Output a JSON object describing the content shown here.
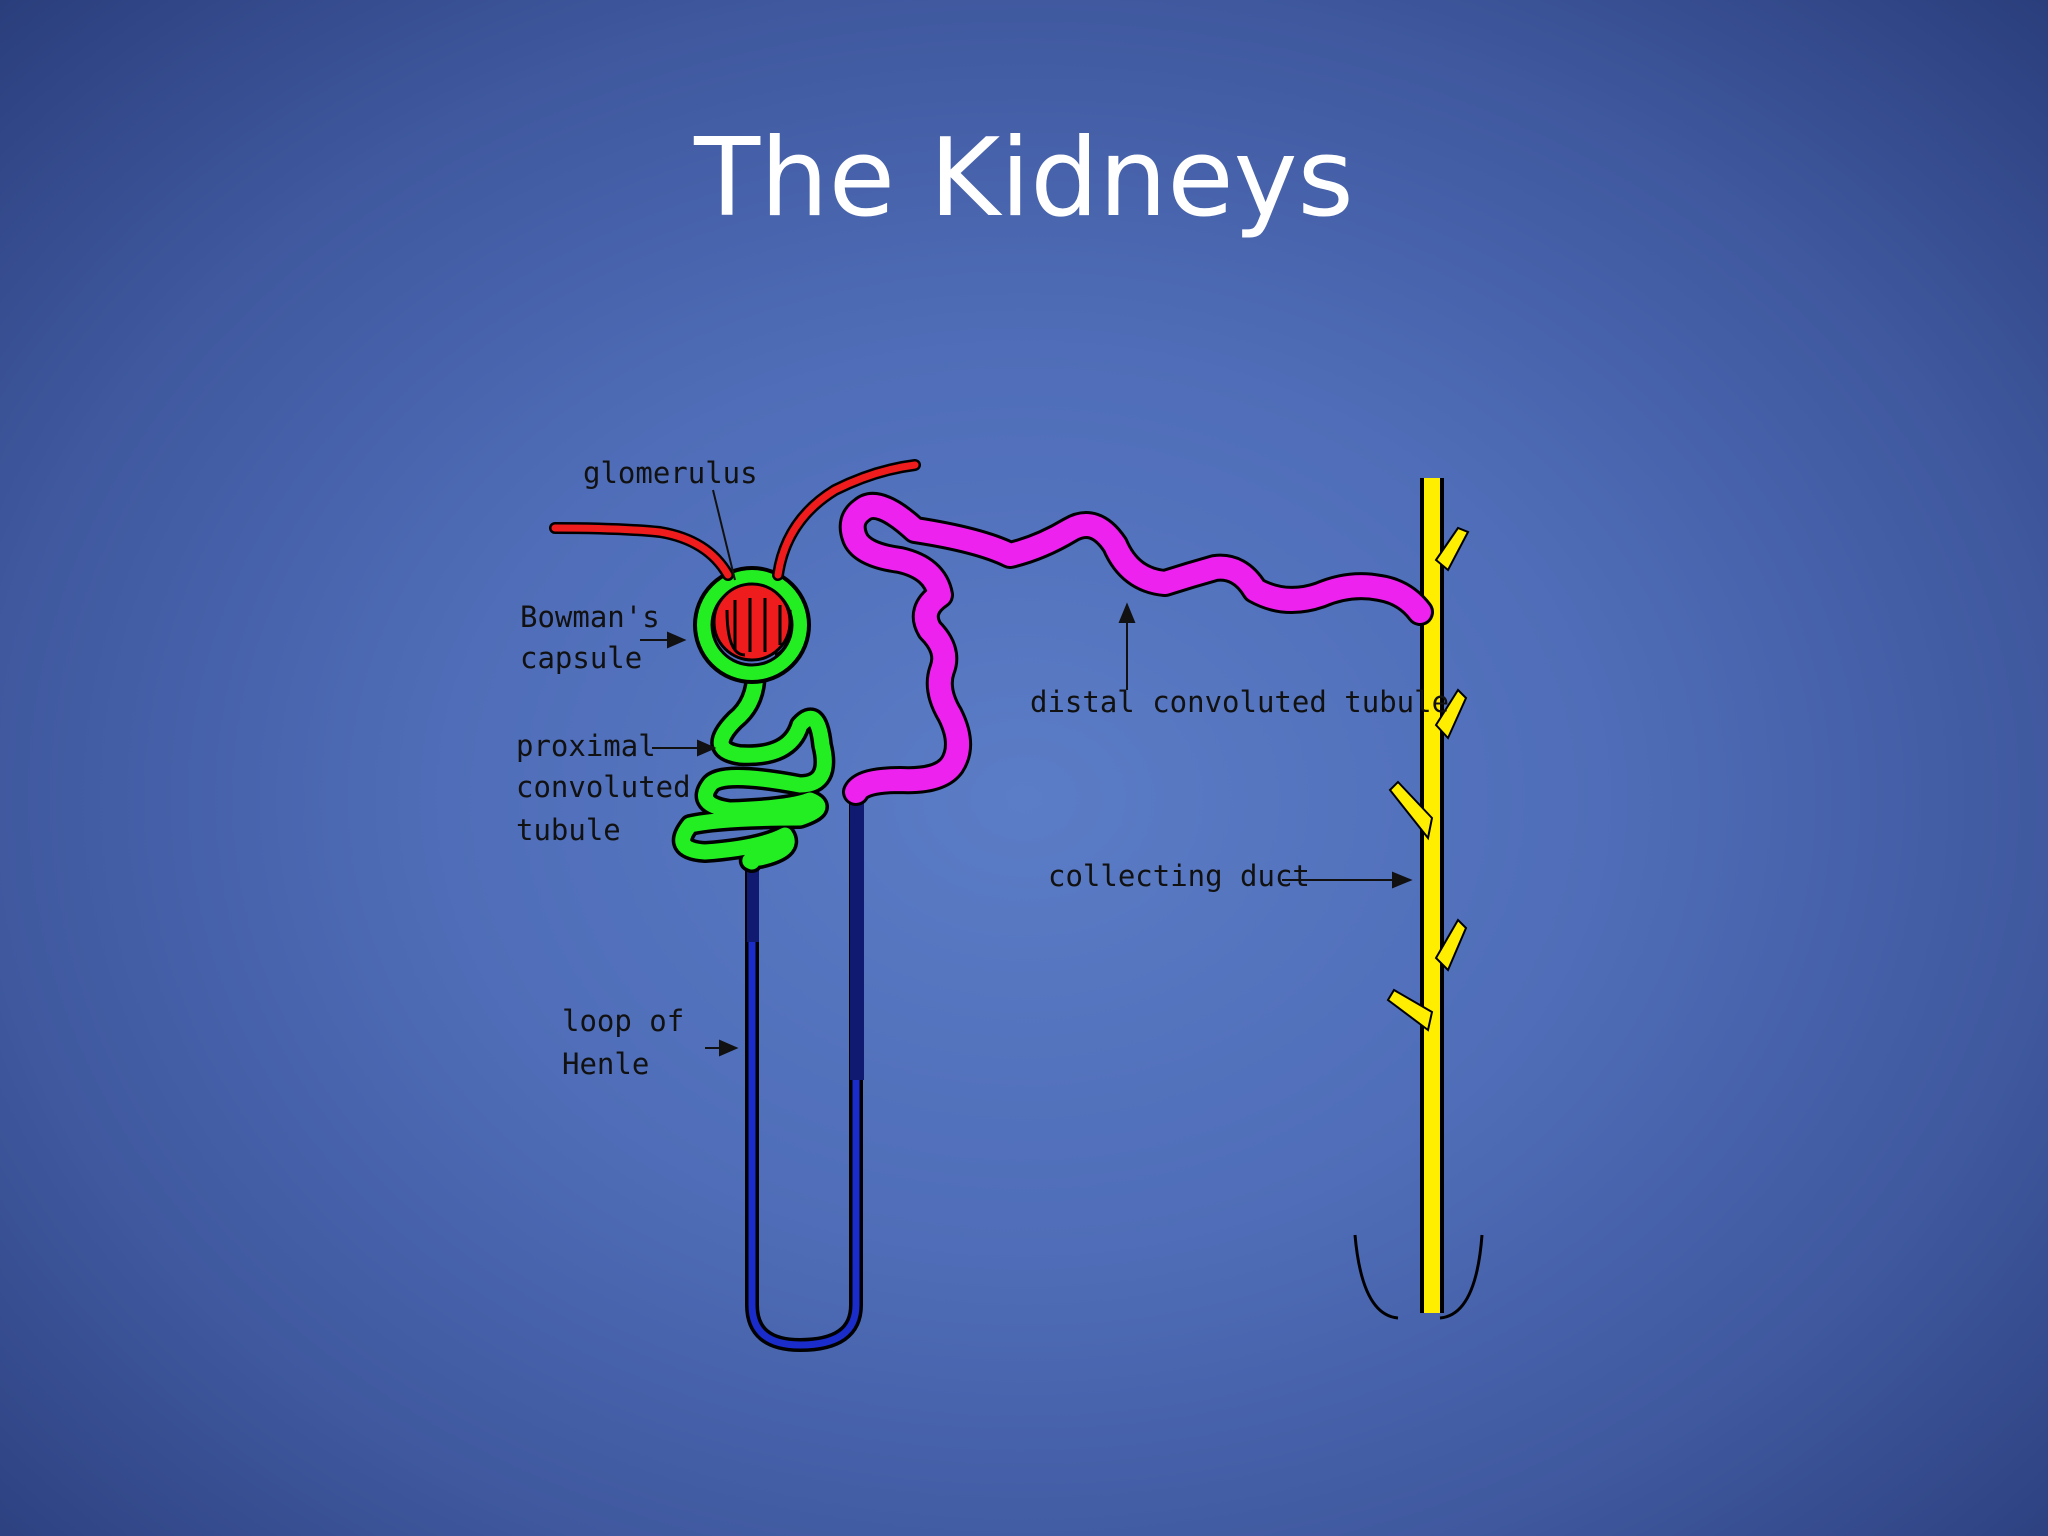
{
  "slide": {
    "title": "The Kidneys"
  },
  "diagram": {
    "colors": {
      "glomerulus": "#ee1c1c",
      "bowmans_capsule": "#22ee22",
      "proximal_tubule": "#22ee22",
      "loop_of_henle": "#1a2cc9",
      "distal_tubule": "#ee22ee",
      "collecting_duct": "#ffee00"
    },
    "labels": {
      "glomerulus": "glomerulus",
      "bowmans_line1": "Bowman's",
      "bowmans_line2": "capsule",
      "proximal_line1": "proximal",
      "proximal_line2": "convoluted",
      "proximal_line3": "tubule",
      "loop_line1": "loop of",
      "loop_line2": "Henle",
      "distal": "distal convoluted tubule",
      "collecting": "collecting duct"
    }
  }
}
